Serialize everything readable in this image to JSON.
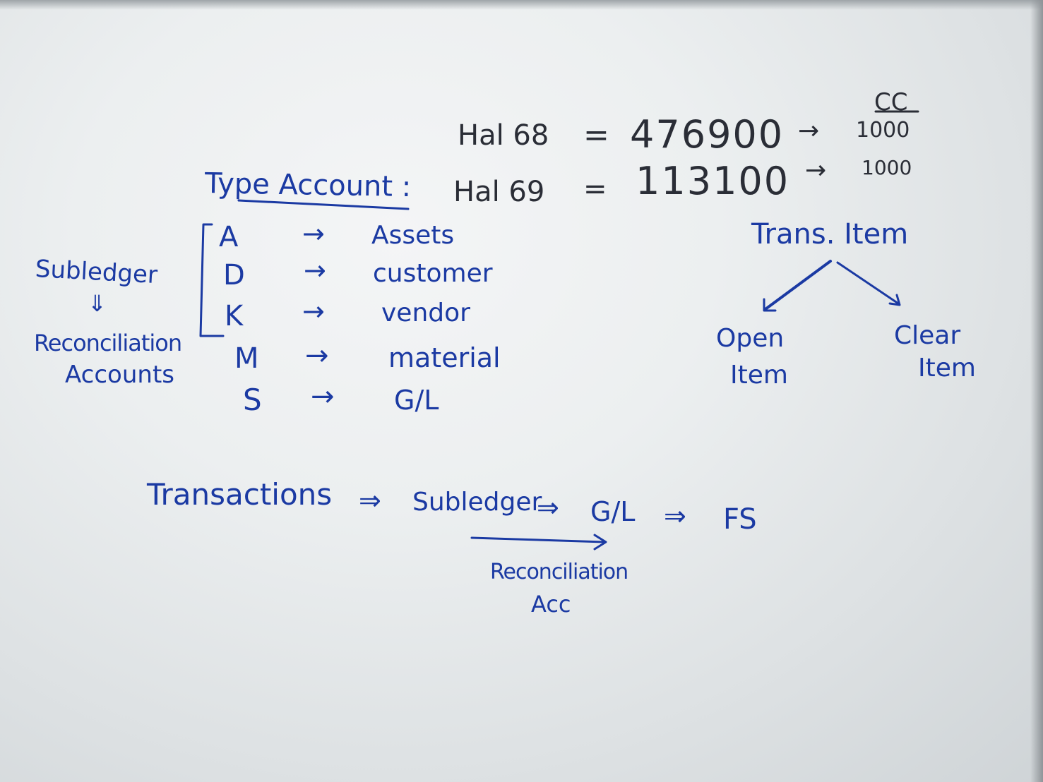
{
  "hal": {
    "cc_header": "CC",
    "row1_label": "Hal 68",
    "row1_equals": "=",
    "row1_value": "476900",
    "row1_arrow": "→",
    "row1_cc": "1000",
    "row2_label": "Hal 69",
    "row2_equals": "=",
    "row2_value": "113100",
    "row2_arrow": "→",
    "row2_cc": "1000"
  },
  "type_account": {
    "title": "Type Account :",
    "rows": [
      {
        "code": "A",
        "arrow": "→",
        "meaning": "Assets"
      },
      {
        "code": "D",
        "arrow": "→",
        "meaning": "customer"
      },
      {
        "code": "K",
        "arrow": "→",
        "meaning": "vendor"
      },
      {
        "code": "M",
        "arrow": "→",
        "meaning": "material"
      },
      {
        "code": "S",
        "arrow": "→",
        "meaning": "G/L"
      }
    ]
  },
  "subledger_note": {
    "top": "Subledger",
    "arrow": "⇓",
    "line1": "Reconciliation",
    "line2": "Accounts"
  },
  "trans_item": {
    "title": "Trans. Item",
    "left": {
      "line1": "Open",
      "line2": "Item"
    },
    "right": {
      "line1": "Clear",
      "line2": "Item"
    }
  },
  "flow": {
    "step1": "Transactions",
    "arrow1": "⇒",
    "step2": "Subledger",
    "arrow2": "⇒",
    "step3": "G/L",
    "arrow3": "⇒",
    "step4": "FS",
    "under_line1": "Reconciliation",
    "under_line2": "Acc"
  },
  "colors": {
    "blue_marker": "#1b3aa3",
    "black_marker": "#2a2d36",
    "board": "#eceff0"
  }
}
